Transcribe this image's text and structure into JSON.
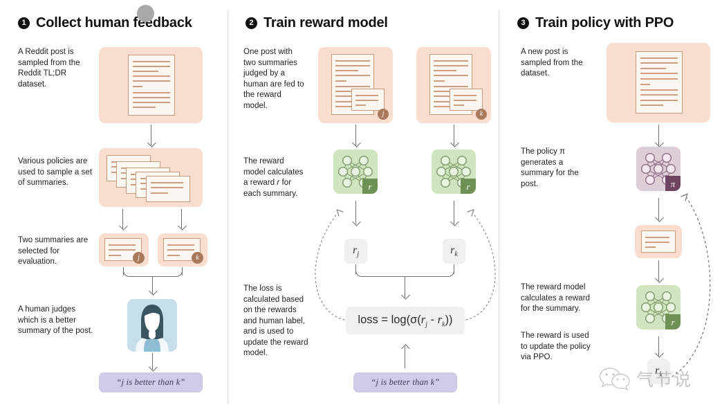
{
  "columns": [
    {
      "id": "collect-human-feedback",
      "step": "1",
      "title": "Collect human feedback",
      "captions": [
        "A Reddit post is sampled from the Reddit TL;DR dataset.",
        "Various policies are used to sample a set of summaries.",
        "Two summaries are selected for evaluation.",
        "A human judges which is a better summary of the post."
      ],
      "verdict": "“j is better than k”",
      "badges": [
        "j",
        "k"
      ]
    },
    {
      "id": "train-reward-model",
      "step": "2",
      "title": "Train reward model",
      "captions": [
        "One post with two summaries judged by a human are fed to the reward model.",
        "The reward model calculates a reward r for each summary.",
        "The loss is calculated based on the rewards and human label, and is used to update the reward model."
      ],
      "badges": [
        "j",
        "k"
      ],
      "model_labels": [
        "r",
        "r"
      ],
      "reward_chips": [
        {
          "base": "r",
          "sub": "j"
        },
        {
          "base": "r",
          "sub": "k"
        }
      ],
      "loss": {
        "lhs": "loss",
        "eq": "=",
        "rhs_prefix": "log(σ(",
        "term1_base": "r",
        "term1_sub": "j",
        "minus": "-",
        "term2_base": "r",
        "term2_sub": "k",
        "rhs_suffix": "))"
      },
      "verdict": "“j is better than k”"
    },
    {
      "id": "train-policy-with-ppo",
      "step": "3",
      "title": "Train policy with PPO",
      "captions": [
        "A new post is sampled from the dataset.",
        "The policy π generates a summary for the post.",
        "The reward model calculates a reward for the summary.",
        "The reward is used to update the policy via PPO."
      ],
      "policy_label": "π",
      "reward_label": "r",
      "reward_chip": {
        "base": "r",
        "sub": "k"
      }
    }
  ],
  "watermark": {
    "text": "气节说",
    "icon": "wechat-icon"
  },
  "colors": {
    "peach": "#f9ded0",
    "green": "#cfe5c0",
    "purple": "#dfcdd8",
    "blue": "#c5dfea",
    "lilac": "#cfcbe8",
    "gray_chip": "#f0f0f0",
    "doc_border": "#c89a7d",
    "badge_brown": "#a9795c",
    "corner_green": "#6f9155",
    "corner_purple": "#6d4560",
    "arrow": "#6f6f6f",
    "step_badge": "#111111"
  }
}
